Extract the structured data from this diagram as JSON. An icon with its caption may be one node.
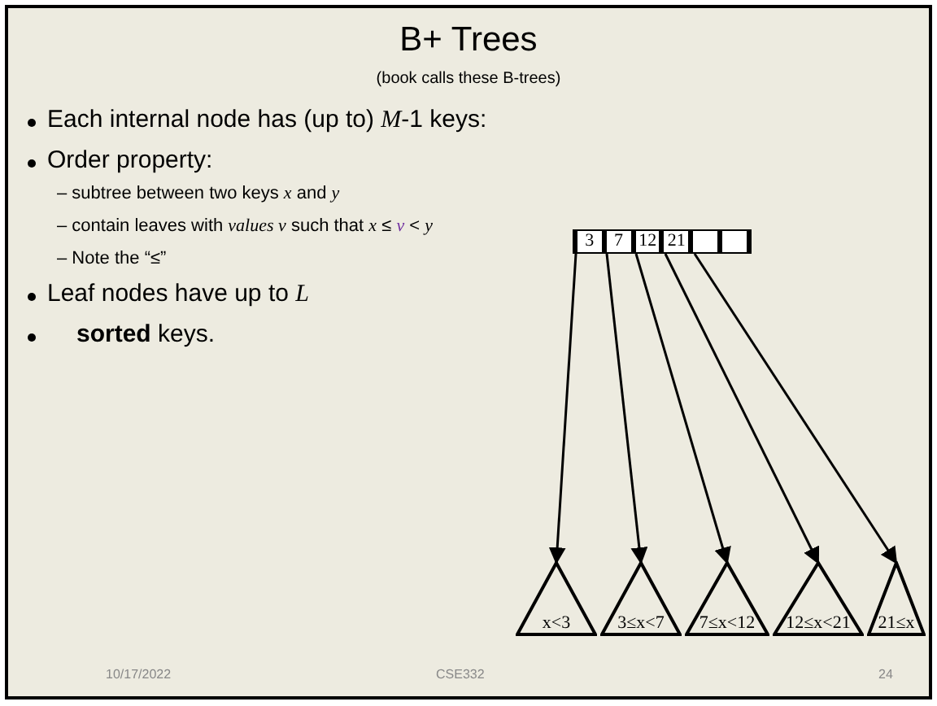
{
  "diagram": {
    "title": "B+ Trees",
    "nodes": [
      {
        "text": [
          "3",
          "7",
          "12",
          "21"
        ]
      },
      {
        "text": [
          "x<3"
        ]
      },
      {
        "text": [
          "3≤x<7"
        ]
      },
      {
        "text": [
          "7≤x<12"
        ]
      },
      {
        "text": [
          "12≤x<21"
        ]
      },
      {
        "text": [
          "21≤x"
        ]
      }
    ],
    "edges": [
      {
        "from": 0,
        "to": 1,
        "arrow": "to"
      },
      {
        "from": 0,
        "to": 2,
        "arrow": "to"
      },
      {
        "from": 0,
        "to": 3,
        "arrow": "to"
      },
      {
        "from": 0,
        "to": 4,
        "arrow": "to"
      },
      {
        "from": 0,
        "to": 5,
        "arrow": "to"
      }
    ],
    "labels": [
      "(book calls these B-trees)",
      "Each internal node has (up to) *M*-1 keys:",
      "Order property:",
      "– subtree between two keys *x* and *y*",
      "– contain leaves with *values v* such that *x* ≤ *v* < *y*",
      "– Note the “≤”",
      "Leaf nodes have up to *L*",
      "**sorted** keys.",
      "10/17/2022",
      "CSE332",
      "24"
    ]
  }
}
